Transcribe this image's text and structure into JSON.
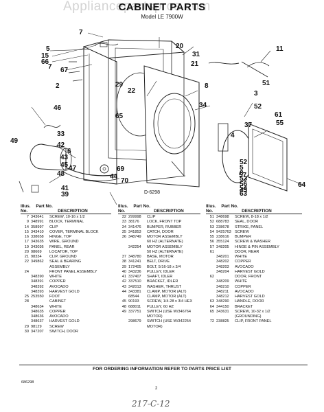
{
  "header": {
    "title": "CABINET PARTS",
    "subtitle": "Model LE 7900W",
    "watermark": "Appliancepartspros.com"
  },
  "diagram": {
    "callouts": [
      "7",
      "5",
      "15",
      "66",
      "7",
      "67",
      "2",
      "22",
      "29",
      "65",
      "20",
      "31",
      "21",
      "11",
      "8",
      "34",
      "51",
      "3",
      "52",
      "61",
      "55",
      "37",
      "4",
      "46",
      "33",
      "49",
      "42",
      "6",
      "43",
      "45",
      "47",
      "48",
      "52",
      "5",
      "8",
      "44",
      "69",
      "70",
      "41",
      "39",
      "53",
      "56",
      "54",
      "57",
      "64",
      "63",
      "45"
    ],
    "figure_code": "D-6298"
  },
  "table": {
    "headers": {
      "illus": "Illus.",
      "no": "No.",
      "part_no": "Part No.",
      "description": "DESCRIPTION"
    },
    "columns": [
      [
        {
          "n": "7",
          "p": "343641",
          "d": "SCREW, 10-16 x 1/2"
        },
        {
          "n": "9",
          "p": "348991",
          "d": "BLOCK, TERMINAL"
        },
        {
          "n": "14",
          "p": "358997",
          "d": "CLIP"
        },
        {
          "n": "15",
          "p": "343410",
          "d": "COVER, TERMINAL BLOCK"
        },
        {
          "n": "16",
          "p": "338658",
          "d": "HINGE, TOP"
        },
        {
          "n": "17",
          "p": "343635",
          "d": "WIRE, GROUND"
        },
        {
          "n": "19",
          "p": "343036",
          "d": "PANEL, REAR"
        },
        {
          "n": "20",
          "p": "98669",
          "d": "LOCATOR, TOP"
        },
        {
          "n": "21",
          "p": "98334",
          "d": "CLIP, GROUND"
        },
        {
          "n": "22",
          "p": "349862",
          "d": "SEAL & BEARING"
        },
        {
          "n": "",
          "p": "",
          "d": "ASSEMBLY"
        },
        {
          "n": "24",
          "p": "",
          "d": "FRONT PANEL ASSEMBLY"
        },
        {
          "n": "",
          "p": "348390",
          "d": "WHITE"
        },
        {
          "n": "",
          "p": "348391",
          "d": "COPPER"
        },
        {
          "n": "",
          "p": "348392",
          "d": "AVOCADO"
        },
        {
          "n": "",
          "p": "348393",
          "d": "HARVEST GOLD"
        },
        {
          "n": "25",
          "p": "253550",
          "d": "FOOT"
        },
        {
          "n": "28",
          "p": "",
          "d": "CABINET"
        },
        {
          "n": "",
          "p": "348634",
          "d": "WHITE"
        },
        {
          "n": "",
          "p": "348635",
          "d": "COPPER"
        },
        {
          "n": "",
          "p": "348636",
          "d": "AVOCADO"
        },
        {
          "n": "",
          "p": "348637",
          "d": "HARVEST GOLD"
        },
        {
          "n": "29",
          "p": "98129",
          "d": "SCREW"
        },
        {
          "n": "30",
          "p": "347207",
          "d": "SWITCH, DOOR"
        }
      ],
      [
        {
          "n": "32",
          "p": "299998",
          "d": "CLIP"
        },
        {
          "n": "33",
          "p": "38176",
          "d": "LOCK, FRONT TOP"
        },
        {
          "n": "34",
          "p": "341476",
          "d": "BUMPER, RUBBER"
        },
        {
          "n": "35",
          "p": "341853",
          "d": "CATCH, DOOR"
        },
        {
          "n": "36",
          "p": "348749",
          "d": "MOTOR ASSEMBLY"
        },
        {
          "n": "",
          "p": "",
          "d": "60 HZ (ALTERNATE)"
        },
        {
          "n": "",
          "p": "342254",
          "d": "MOTOR ASSEMBLY"
        },
        {
          "n": "",
          "p": "",
          "d": "50 HZ (ALTERNATE)"
        },
        {
          "n": "37",
          "p": "348780",
          "d": "BASE, MOTOR"
        },
        {
          "n": "38",
          "p": "341241",
          "d": "BELT, DRIVE"
        },
        {
          "n": "39",
          "p": "172405",
          "d": "BOLT, 5/16-18 x 3/4"
        },
        {
          "n": "40",
          "p": "343236",
          "d": "PULLEY, IDLER"
        },
        {
          "n": "41",
          "p": "337407",
          "d": "SHAFT, IDLER"
        },
        {
          "n": "42",
          "p": "337510",
          "d": "BRACKET, IDLER"
        },
        {
          "n": "43",
          "p": "342013",
          "d": "WASHER, THRUST"
        },
        {
          "n": "44",
          "p": "343381",
          "d": "CLAMP, MOTOR (ALT)"
        },
        {
          "n": "",
          "p": "68544",
          "d": "CLAMP, MOTOR (ALT)"
        },
        {
          "n": "45",
          "p": "90193",
          "d": "SCREW, 1/4-28 x 3/4 HEX"
        },
        {
          "n": "48",
          "p": "688011",
          "d": "PULLEY, 60 HZ"
        },
        {
          "n": "49",
          "p": "337751",
          "d": "SWITCH (USE W/346764"
        },
        {
          "n": "",
          "p": "",
          "d": "MOTOR)"
        },
        {
          "n": "",
          "p": "298679",
          "d": "SWITCH (USE W/342254"
        },
        {
          "n": "",
          "p": "",
          "d": "MOTOR)"
        }
      ],
      [
        {
          "n": "51",
          "p": "348698",
          "d": "SCREW, 8-18 x 1/2"
        },
        {
          "n": "52",
          "p": "688783",
          "d": "SEAL, DOOR"
        },
        {
          "n": "53",
          "p": "238678",
          "d": "STRIKE, PANEL"
        },
        {
          "n": "54",
          "p": "9425763",
          "d": "SCREW"
        },
        {
          "n": "55",
          "p": "238616",
          "d": "BUMPER"
        },
        {
          "n": "56",
          "p": "355124",
          "d": "SCREW & WASHER"
        },
        {
          "n": "57",
          "p": "348205",
          "d": "HINGE & PIN ASSEMBLY"
        },
        {
          "n": "61",
          "p": "",
          "d": "DOOR, REAR"
        },
        {
          "n": "",
          "p": "348201",
          "d": "WHITE"
        },
        {
          "n": "",
          "p": "348202",
          "d": "COPPER"
        },
        {
          "n": "",
          "p": "348203",
          "d": "AVOCADO"
        },
        {
          "n": "",
          "p": "348204",
          "d": "HARVEST GOLD"
        },
        {
          "n": "62",
          "p": "",
          "d": "DOOR, FRONT"
        },
        {
          "n": "",
          "p": "348209",
          "d": "WHITE"
        },
        {
          "n": "",
          "p": "348210",
          "d": "COPPER"
        },
        {
          "n": "",
          "p": "348211",
          "d": "AVOCADO"
        },
        {
          "n": "",
          "p": "348212",
          "d": "HARVEST GOLD"
        },
        {
          "n": "63",
          "p": "348290",
          "d": "HANDLE, DOOR"
        },
        {
          "n": "64",
          "p": "344150",
          "d": "BRACKET"
        },
        {
          "n": "65",
          "p": "343631",
          "d": "SCREW, 10-32 x 1/2"
        },
        {
          "n": "",
          "p": "",
          "d": "(GROUNDING)"
        },
        {
          "n": "72",
          "p": "238825",
          "d": "CLIP, FRONT PANEL"
        }
      ]
    ]
  },
  "footer": {
    "notice": "FOR ORDERING INFORMATION REFER TO PARTS PRICE LIST",
    "doc_number": "686298",
    "page_number": "2",
    "handwritten": "217-C-12"
  }
}
